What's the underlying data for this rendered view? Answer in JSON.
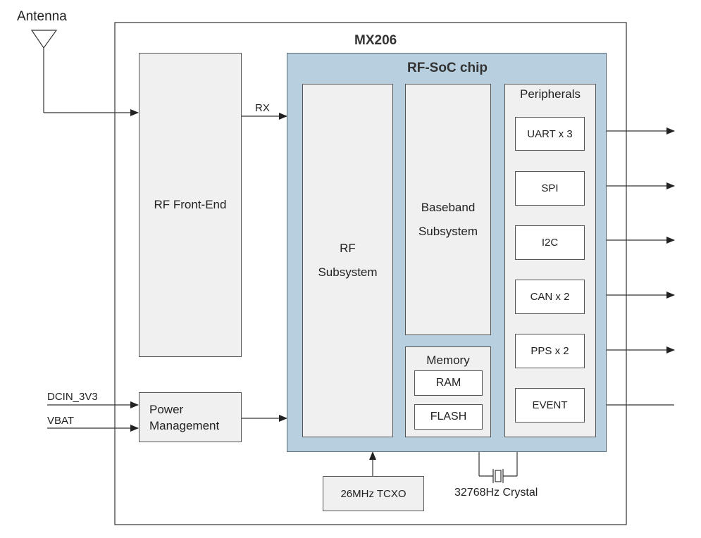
{
  "antenna_label": "Antenna",
  "module_label": "MX206",
  "chip_label": "RF-SoC chip",
  "rf_front_end": "RF Front-End",
  "rx_label": "RX",
  "rf_subsystem": {
    "line1": "RF",
    "line2": "Subsystem"
  },
  "baseband_subsystem": {
    "line1": "Baseband",
    "line2": "Subsystem"
  },
  "memory": {
    "title": "Memory",
    "ram": "RAM",
    "flash": "FLASH"
  },
  "peripherals": {
    "title": "Peripherals",
    "items": [
      "UART x 3",
      "SPI",
      "I2C",
      "CAN x 2",
      "PPS x 2",
      "EVENT"
    ]
  },
  "power_management": {
    "line1": "Power",
    "line2": "Management"
  },
  "inputs": {
    "dcin": "DCIN_3V3",
    "vbat": "VBAT"
  },
  "tcxo": "26MHz TCXO",
  "crystal": "32768Hz Crystal"
}
